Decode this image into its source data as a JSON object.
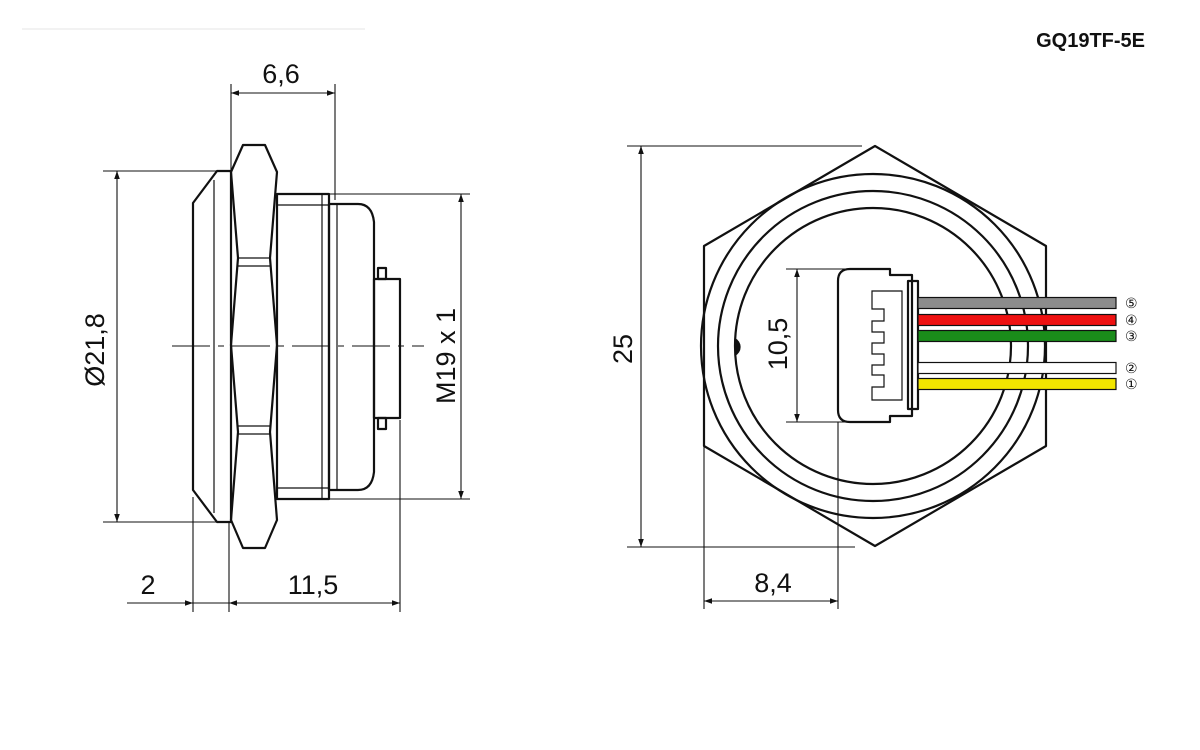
{
  "title": "GQ19TF-5E",
  "side_view": {
    "dim_top": "6,6",
    "dim_diameter": "Ø21,8",
    "dim_thread": "M19 x 1",
    "dim_bottom_left": "2",
    "dim_bottom_right": "11,5"
  },
  "front_view": {
    "dim_height": "25",
    "dim_connector": "10,5",
    "dim_width": "8,4"
  },
  "wires": [
    {
      "pin": "⑤",
      "color": "#8c8c8c"
    },
    {
      "pin": "④",
      "color": "#ee1111"
    },
    {
      "pin": "③",
      "color": "#1a8c1a"
    },
    {
      "pin": "②",
      "color": "#ffffff"
    },
    {
      "pin": "①",
      "color": "#f2e600"
    }
  ]
}
